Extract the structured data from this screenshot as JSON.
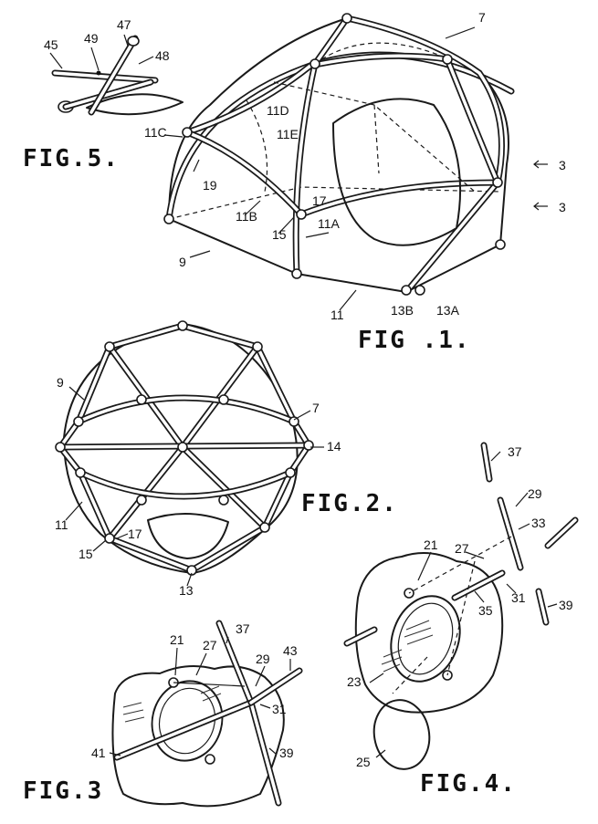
{
  "figures": {
    "fig1": {
      "title": "FIG .1.",
      "labels": [
        "7",
        "3",
        "3",
        "11C",
        "11D",
        "11E",
        "19",
        "11B",
        "17",
        "15",
        "11A",
        "9",
        "11",
        "13B",
        "13A"
      ]
    },
    "fig2": {
      "title": "FIG.2.",
      "labels": [
        "9",
        "7",
        "14",
        "11",
        "17",
        "15",
        "13"
      ]
    },
    "fig3": {
      "title": "FIG.3",
      "labels": [
        "21",
        "37",
        "27",
        "29",
        "43",
        "31",
        "41",
        "39"
      ]
    },
    "fig4": {
      "title": "FIG.4.",
      "labels": [
        "37",
        "29",
        "21",
        "27",
        "33",
        "31",
        "35",
        "39",
        "23",
        "25"
      ]
    },
    "fig5": {
      "title": "FIG.5.",
      "labels": [
        "45",
        "49",
        "47",
        "48"
      ]
    }
  },
  "colors": {
    "ink": "#1a1a1a",
    "paper": "#ffffff"
  }
}
